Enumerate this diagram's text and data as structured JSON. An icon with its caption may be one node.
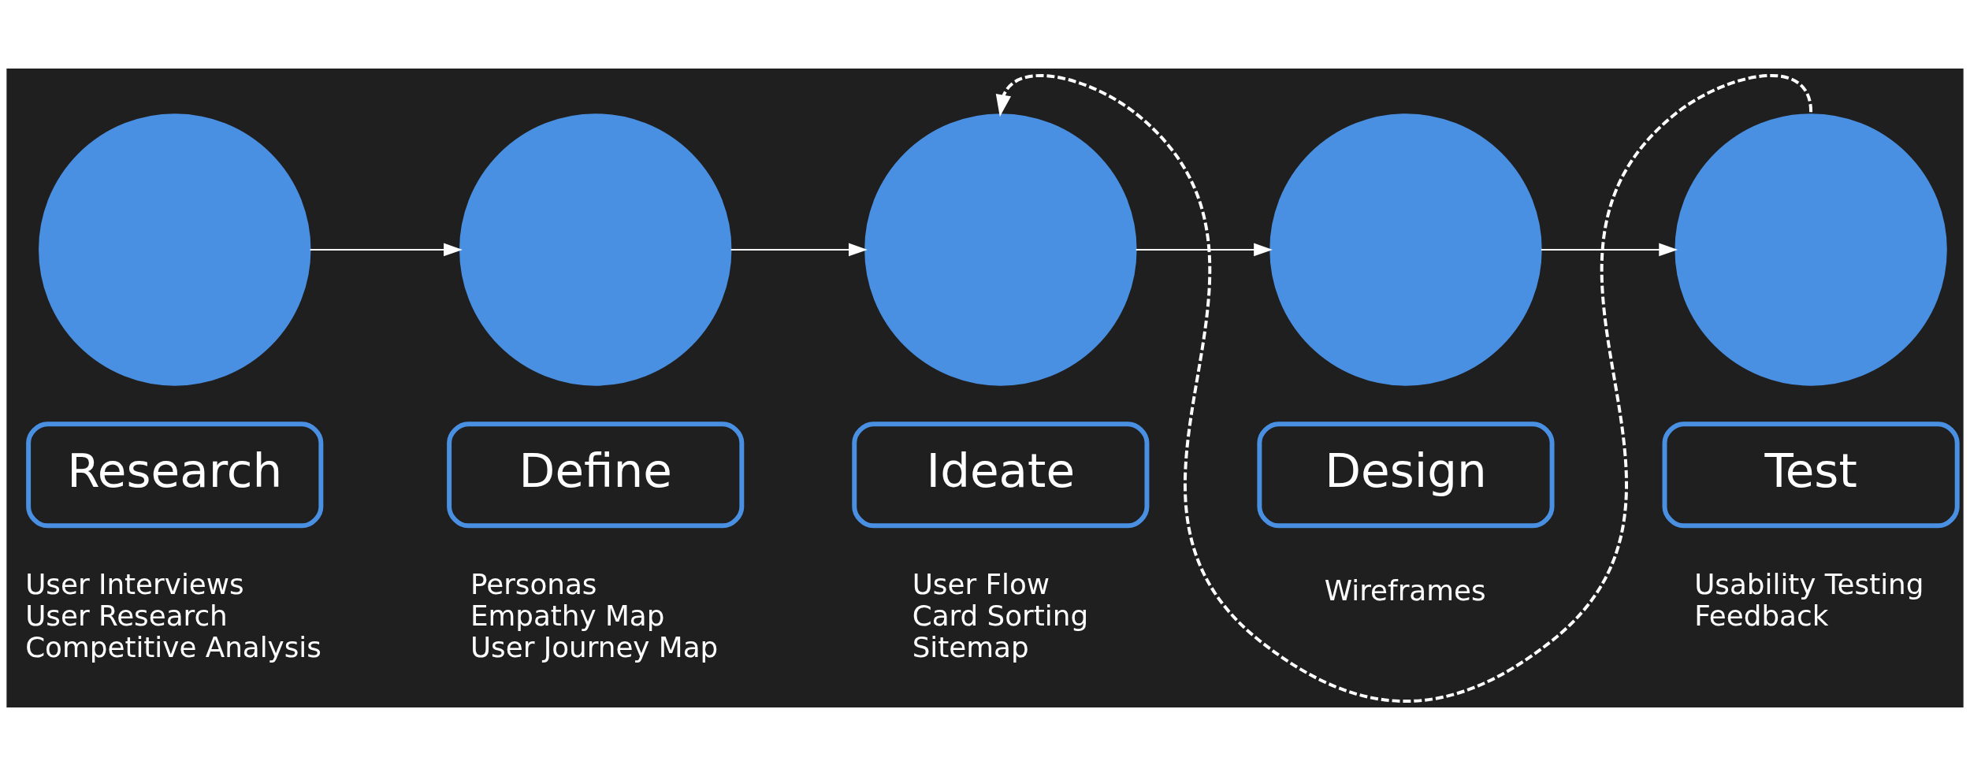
{
  "diagram": {
    "nodes": [
      {
        "text": [],
        "shape": "circle"
      },
      {
        "text": [
          "Research"
        ],
        "beside": [
          "User Interviews",
          "User Research",
          "Competitive Analysis"
        ]
      },
      {
        "text": [],
        "shape": "circle"
      },
      {
        "text": [
          "Define"
        ],
        "beside": [
          "Personas",
          "Empathy Map",
          "User Journey Map"
        ]
      },
      {
        "text": [],
        "shape": "circle"
      },
      {
        "text": [
          "Ideate"
        ],
        "beside": [
          "User Flow",
          "Card Sorting",
          "Sitemap"
        ]
      },
      {
        "text": [],
        "shape": "circle"
      },
      {
        "text": [
          "Design"
        ],
        "beside": [
          "Wireframes"
        ]
      },
      {
        "text": [],
        "shape": "circle"
      },
      {
        "text": [
          "Test"
        ],
        "beside": [
          "Usability Testing",
          "Feedback"
        ]
      }
    ],
    "edges": [
      {
        "from": 0,
        "to": 2,
        "arrow": "to"
      },
      {
        "from": 2,
        "to": 4,
        "arrow": "to"
      },
      {
        "from": 4,
        "to": 6,
        "arrow": "to"
      },
      {
        "from": 6,
        "to": 8,
        "arrow": "to"
      },
      {
        "from": 8,
        "to": 4,
        "arrow": "to",
        "style": "dashed"
      }
    ]
  }
}
